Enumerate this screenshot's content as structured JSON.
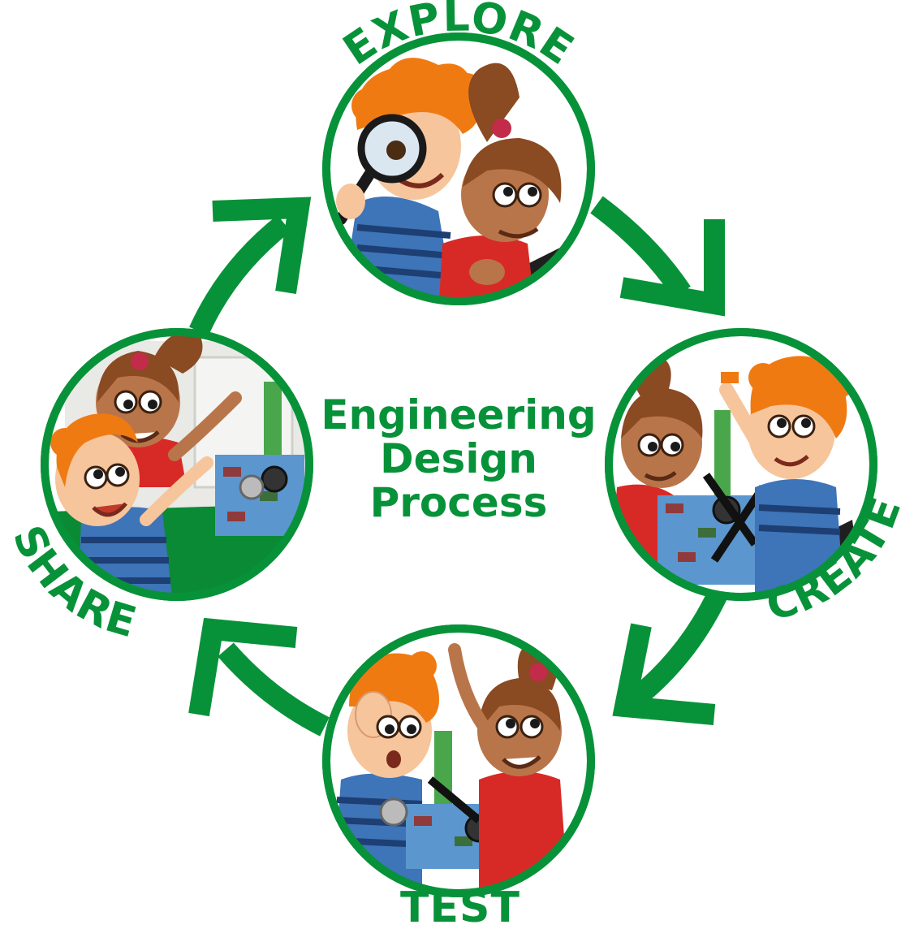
{
  "title": {
    "line1": "Engineering",
    "line2": "Design",
    "line3": "Process"
  },
  "stages": {
    "explore": "EXPLORE",
    "create": "CREATE",
    "test": "TEST",
    "share": "SHARE"
  },
  "colors": {
    "green": "#079239",
    "white": "#ffffff",
    "orange_hair": "#f07a12",
    "skin_light": "#f6c59c",
    "skin_dark": "#b9754a",
    "hair_brown": "#8a4a22",
    "shirt_blue": "#3e74b8",
    "shirt_red": "#d72a26",
    "brick_blue": "#5b96cf"
  }
}
